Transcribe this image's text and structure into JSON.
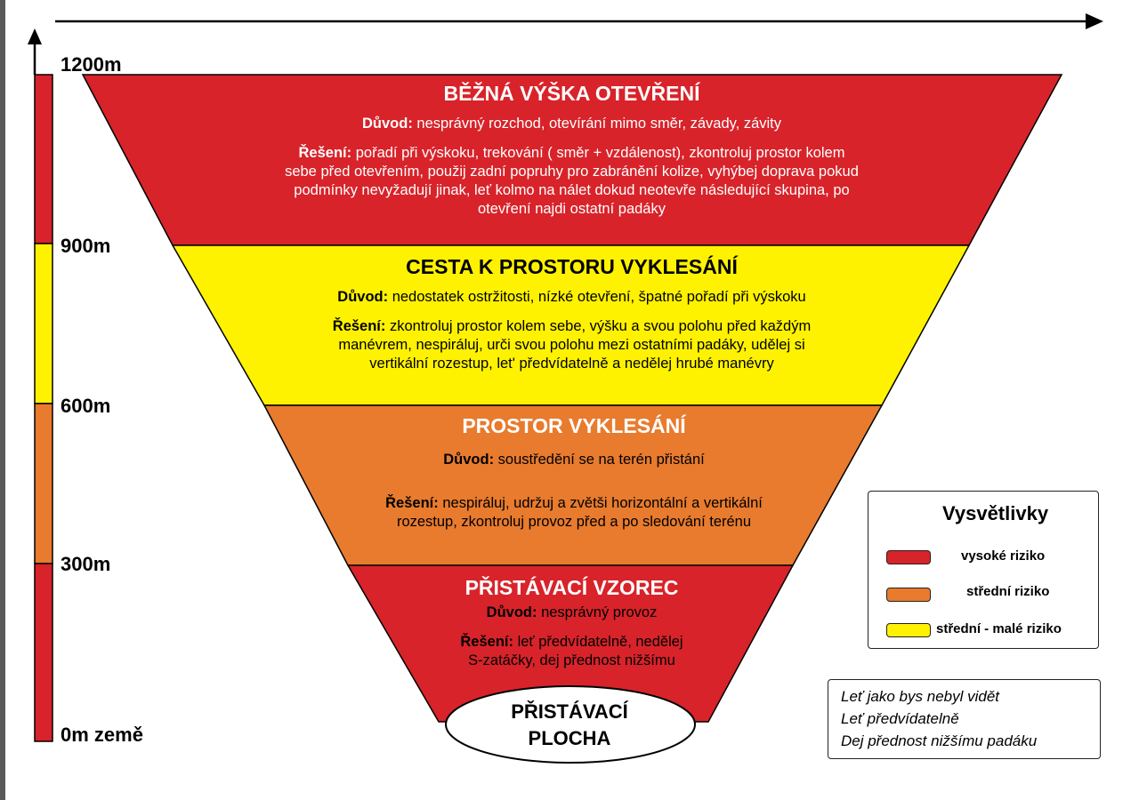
{
  "altitude_labels": [
    "1200m",
    "900m",
    "600m",
    "300m",
    "0m země"
  ],
  "sections": [
    {
      "title": "BĚŽNÁ VÝŠKA OTEVŘENÍ",
      "reason_label": "Důvod:",
      "reason_text": "nesprávný rozchod, otevírání mimo směr, závady, závity",
      "solution_label": "Řešení:",
      "solution_lines": [
        "pořadí při výskoku, trekování ( směr + vzdálenost), zkontroluj prostor kolem",
        "sebe před otevřením, použij zadní popruhy pro zabránění kolize, vyhýbej doprava pokud",
        "podmínky nevyžadují jinak, leť kolmo na nálet dokud neotevře následující skupina, po",
        "otevření najdi ostatní padáky"
      ],
      "color": "#d8232a",
      "text_color": "white"
    },
    {
      "title": "CESTA K PROSTORU VYKLESÁNÍ",
      "reason_label": "Důvod:",
      "reason_text": "nedostatek ostržitosti, nízké otevření, špatné pořadí při výskoku",
      "solution_label": "Řešení:",
      "solution_lines": [
        "zkontroluj prostor kolem sebe, výšku a svou polohu před každým",
        "manévrem, nespiráluj, urči svou polohu mezi ostatními padáky, udělej si",
        "vertikální rozestup, let' předvídatelně a nedělej hrubé manévry"
      ],
      "color": "#fff200",
      "text_color": "black"
    },
    {
      "title": "PROSTOR VYKLESÁNÍ",
      "reason_label": "Důvod:",
      "reason_text": "soustředění se na terén přistání",
      "solution_label": "Řešení:",
      "solution_lines": [
        "nespiráluj, udržuj a zvětši horizontální a vertikální",
        "rozestup, zkontroluj provoz před a po sledování terénu"
      ],
      "color": "#e87b2e",
      "text_color": "mixed"
    },
    {
      "title": "PŘISTÁVACÍ VZOREC",
      "reason_label": "Důvod:",
      "reason_text": "nesprávný provoz",
      "solution_label": "Řešení:",
      "solution_lines": [
        "leť předvídatelně, nedělej",
        "S-zatáčky, dej přednost nižšímu"
      ],
      "color": "#d8232a",
      "text_color": "mixed"
    }
  ],
  "landing_area": [
    "PŘISTÁVACÍ",
    "PLOCHA"
  ],
  "legend": {
    "title": "Vysvětlivky",
    "items": [
      {
        "label": "vysoké riziko",
        "color": "#d8232a"
      },
      {
        "label": "střední riziko",
        "color": "#e87b2e"
      },
      {
        "label": "střední - malé riziko",
        "color": "#fff200"
      }
    ]
  },
  "motto": [
    "Leť jako bys nebyl vidět",
    "Leť předvídatelně",
    "Dej přednost nižšímu padáku"
  ]
}
